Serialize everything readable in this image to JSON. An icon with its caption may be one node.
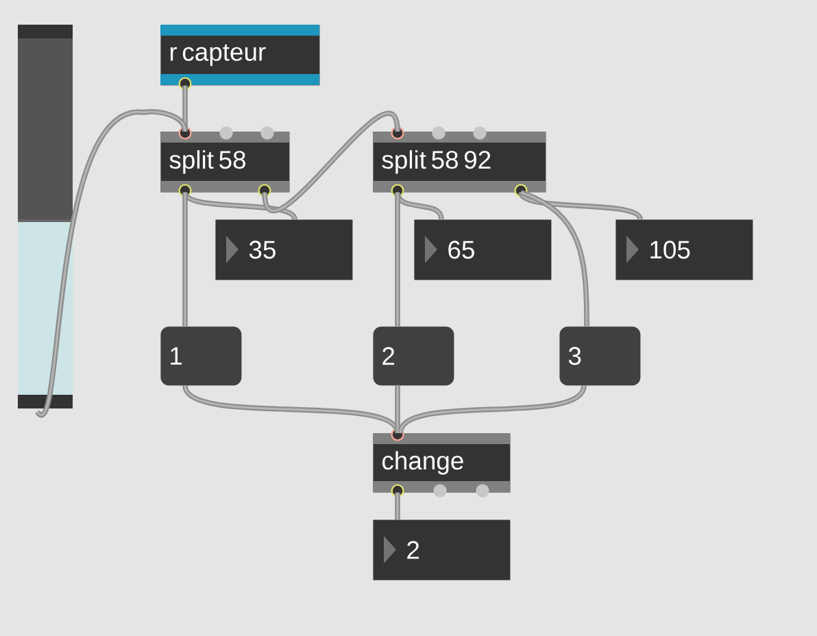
{
  "diagram": {
    "nodes": [
      {
        "text": [],
        "shape": "bar"
      },
      {
        "text": [
          "r capteur"
        ]
      },
      {
        "text": [
          "split 58"
        ]
      },
      {
        "text": [
          "split 58 92"
        ]
      },
      {
        "text": [
          "35"
        ]
      },
      {
        "text": [
          "65"
        ]
      },
      {
        "text": [
          "105"
        ]
      },
      {
        "text": [
          "1"
        ]
      },
      {
        "text": [
          "2"
        ]
      },
      {
        "text": [
          "3"
        ]
      },
      {
        "text": [
          "change"
        ]
      },
      {
        "text": [
          "2"
        ]
      }
    ],
    "edges": [
      {
        "from": 1,
        "to": 2,
        "arrow": "none"
      },
      {
        "from": 0,
        "to": 2,
        "arrow": "none"
      },
      {
        "from": 2,
        "to": 4,
        "arrow": "none"
      },
      {
        "from": 2,
        "to": 7,
        "arrow": "none"
      },
      {
        "from": 2,
        "to": 3,
        "arrow": "none"
      },
      {
        "from": 3,
        "to": 5,
        "arrow": "none"
      },
      {
        "from": 3,
        "to": 8,
        "arrow": "none"
      },
      {
        "from": 3,
        "to": 6,
        "arrow": "none"
      },
      {
        "from": 3,
        "to": 9,
        "arrow": "none"
      },
      {
        "from": 7,
        "to": 10,
        "arrow": "none"
      },
      {
        "from": 8,
        "to": 10,
        "arrow": "none"
      },
      {
        "from": 9,
        "to": 10,
        "arrow": "none"
      },
      {
        "from": 10,
        "to": 11,
        "arrow": "none"
      }
    ]
  }
}
